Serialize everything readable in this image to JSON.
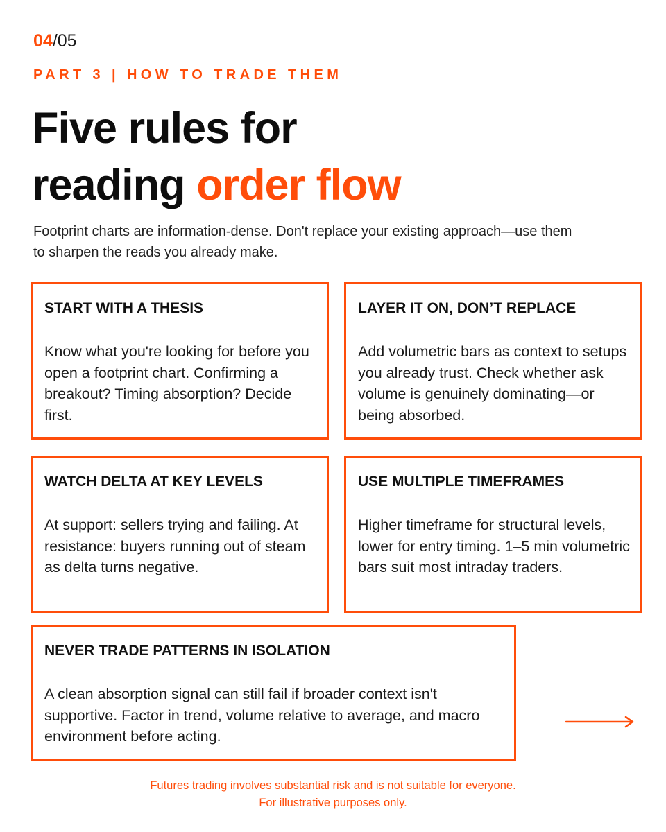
{
  "pager": {
    "current": "04",
    "separator": "/",
    "total": "05"
  },
  "eyebrow": "PART 3 | HOW TO TRADE THEM",
  "headline": {
    "line1": "Five rules for",
    "line2_lead": "reading ",
    "line2_accent": "order flow"
  },
  "intro": "Footprint charts are information-dense. Don't replace your existing approach—use them to sharpen the reads you already make.",
  "rules": [
    {
      "title": "START WITH A THESIS",
      "body": "Know what you're looking for before you open a footprint chart. Confirming a breakout? Timing absorption? Decide first."
    },
    {
      "title": "LAYER IT ON, DON’T REPLACE",
      "body": "Add volumetric bars as context to setups you already trust. Check whether ask volume is genuinely dominating—or being absorbed."
    },
    {
      "title": "WATCH DELTA AT KEY LEVELS",
      "body": "At support: sellers trying and failing. At resistance: buyers running out of steam as delta turns negative."
    },
    {
      "title": "USE MULTIPLE TIMEFRAMES",
      "body": "Higher timeframe for structural levels, lower for entry timing. 1–5 min volumetric bars suit most intraday traders."
    },
    {
      "title": "NEVER TRADE PATTERNS IN ISOLATION",
      "body": "A clean absorption signal can still fail if broader context isn't supportive. Factor in trend, volume relative to average, and macro environment before acting."
    }
  ],
  "next_icon": "arrow-right-icon",
  "disclaimer": {
    "line1": "Futures trading involves substantial risk and is not suitable for everyone.",
    "line2": "For illustrative purposes only."
  },
  "colors": {
    "accent": "#ff4d0a",
    "text": "#111111",
    "background": "#ffffff"
  }
}
